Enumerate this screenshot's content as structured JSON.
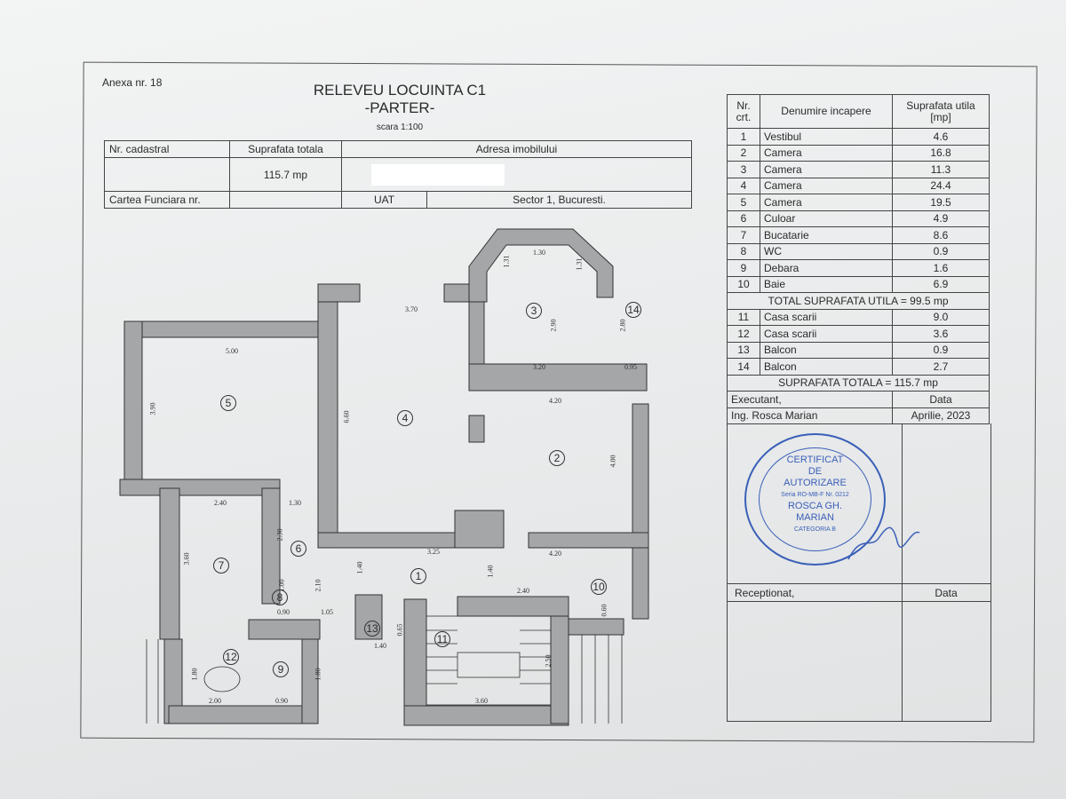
{
  "header": {
    "annex": "Anexa nr. 18",
    "title_line1": "RELEVEU LOCUINTA C1",
    "title_line2": "-PARTER-",
    "scale": "scara 1:100"
  },
  "info_table": {
    "cadastral_label": "Nr. cadastral",
    "total_area_label": "Suprafata totala",
    "address_label": "Adresa imobilului",
    "total_area_value": "115.7 mp",
    "land_book_label": "Cartea Funciara nr.",
    "uat_label": "UAT",
    "uat_value": "Sector 1, Bucuresti."
  },
  "rooms_table": {
    "headers": [
      "Nr. crt.",
      "Denumire incapere",
      "Suprafata utila [mp]"
    ],
    "rows": [
      {
        "nr": "1",
        "name": "Vestibul",
        "area": "4.6"
      },
      {
        "nr": "2",
        "name": "Camera",
        "area": "16.8"
      },
      {
        "nr": "3",
        "name": "Camera",
        "area": "11.3"
      },
      {
        "nr": "4",
        "name": "Camera",
        "area": "24.4"
      },
      {
        "nr": "5",
        "name": "Camera",
        "area": "19.5"
      },
      {
        "nr": "6",
        "name": "Culoar",
        "area": "4.9"
      },
      {
        "nr": "7",
        "name": "Bucatarie",
        "area": "8.6"
      },
      {
        "nr": "8",
        "name": "WC",
        "area": "0.9"
      },
      {
        "nr": "9",
        "name": "Debara",
        "area": "1.6"
      },
      {
        "nr": "10",
        "name": "Baie",
        "area": "6.9"
      }
    ],
    "total_useful": "TOTAL SUPRAFATA UTILA = 99.5 mp",
    "extra_rows": [
      {
        "nr": "11",
        "name": "Casa scarii",
        "area": "9.0"
      },
      {
        "nr": "12",
        "name": "Casa scarii",
        "area": "3.6"
      },
      {
        "nr": "13",
        "name": "Balcon",
        "area": "0.9"
      },
      {
        "nr": "14",
        "name": "Balcon",
        "area": "2.7"
      }
    ],
    "total": "SUPRAFATA TOTALA = 115.7 mp",
    "executant_label": "Executant,",
    "date_label": "Data",
    "executant_name": "Ing. Rosca Marian",
    "executant_date": "Aprilie, 2023",
    "received_label": "Receptionat,",
    "received_date_label": "Data"
  },
  "stamp": {
    "line1": "CERTIFICAT",
    "line2": "DE",
    "line3": "AUTORIZARE",
    "series": "Seria RO-MB-F Nr. 0212",
    "name1": "ROSCA GH.",
    "name2": "MARIAN",
    "category": "CATEGORIA B"
  },
  "plan": {
    "room_numbers": [
      "1",
      "2",
      "3",
      "4",
      "5",
      "6",
      "7",
      "8",
      "9",
      "10",
      "11",
      "12",
      "13",
      "14"
    ],
    "dimensions": [
      "5.00",
      "3.90",
      "3.70",
      "6.60",
      "1.30",
      "1.31",
      "1.31",
      "2.90",
      "2.80",
      "3.20",
      "0.95",
      "4.20",
      "4.00",
      "2.40",
      "1.30",
      "3.60",
      "2.30",
      "3.25",
      "4.20",
      "1.40",
      "2.10",
      "1.00",
      "0.90",
      "1.05",
      "1.40",
      "2.40",
      "0.60",
      "0.65",
      "1.40",
      "2.50",
      "1.80",
      "2.00",
      "1.80",
      "0.90",
      "3.60"
    ]
  }
}
